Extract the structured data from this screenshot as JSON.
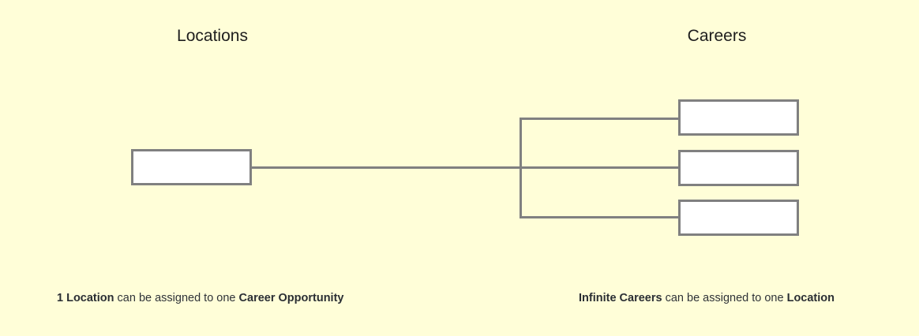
{
  "headings": {
    "left": "Locations",
    "right": "Careers"
  },
  "captions": {
    "left": {
      "bold_1": "1 Location",
      "text_1": " can be assigned to one ",
      "bold_2": "Career Opportunity"
    },
    "right": {
      "bold_1": "Infinite Careers",
      "text_1": " can be assigned to one ",
      "bold_2": "Location"
    }
  },
  "colors": {
    "background": "#fffed8",
    "box_fill": "#ffffff",
    "line": "#808080"
  },
  "diagram": {
    "left_boxes": 1,
    "right_boxes": 3
  }
}
